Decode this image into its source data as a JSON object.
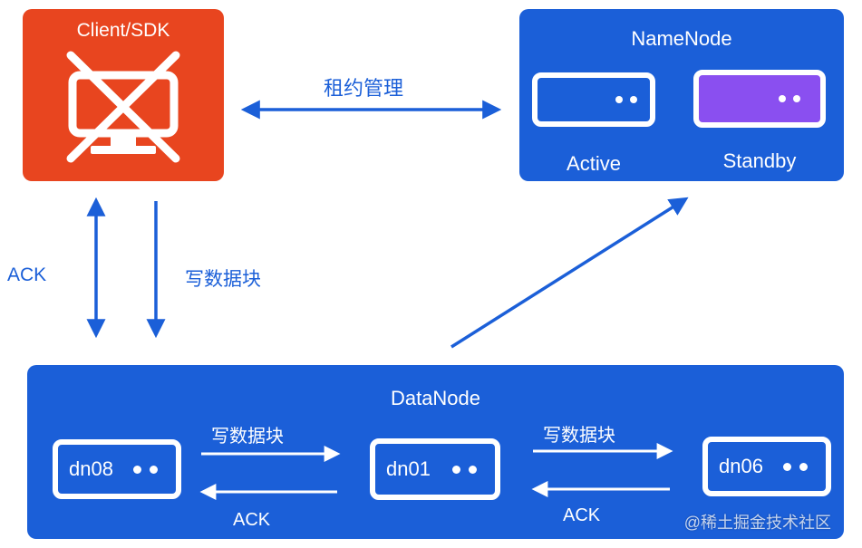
{
  "client": {
    "title": "Client/SDK"
  },
  "namenode": {
    "title": "NameNode",
    "active_label": "Active",
    "standby_label": "Standby"
  },
  "lease_label": "租约管理",
  "client_datanode": {
    "ack_label": "ACK",
    "write_label": "写数据块"
  },
  "datanode": {
    "title": "DataNode",
    "nodes": [
      "dn08",
      "dn01",
      "dn06"
    ],
    "edges": [
      {
        "write_label": "写数据块",
        "ack_label": "ACK"
      },
      {
        "write_label": "写数据块",
        "ack_label": "ACK"
      }
    ]
  },
  "watermark": "@稀土掘金技术社区",
  "colors": {
    "client": "#e8451f",
    "node_blue": "#1b5fd8",
    "standby": "#8a4ff0",
    "arrow": "#1b5fd8"
  }
}
